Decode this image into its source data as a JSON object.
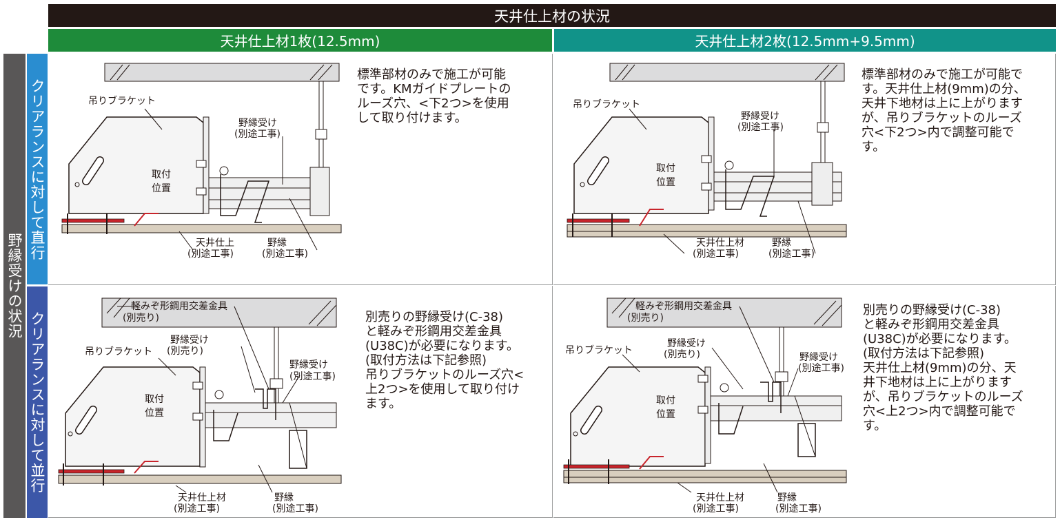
{
  "header": {
    "title": "天井仕上材の状況",
    "col1": "天井仕上材1枚(12.5mm)",
    "col2": "天井仕上材2枚(12.5mm+9.5mm)"
  },
  "side": {
    "main": "野縁受けの状況",
    "row1": "クリアランスに対して直行",
    "row2": "クリアランスに対して並行"
  },
  "panels": {
    "p11": {
      "desc": "標準部材のみで施工が可能\nです。KMガイドプレートの\nルーズ穴、<下2つ>を使用\nして取り付けます。",
      "hanger": "吊りブラケット",
      "nobuchi_uke": "野縁受け",
      "nobuchi_uke_note": "(別途工事)",
      "mount": "取付",
      "position": "位置",
      "ceiling": "天井仕上",
      "ceiling_note": "(別途工事)",
      "nobuchi": "野縁",
      "nobuchi_note": "(別途工事)"
    },
    "p12": {
      "desc": "標準部材のみで施工が可能で\nす。天井仕上材(9mm)の分、\n天井下地材は上に上がります\nが、吊りブラケットのルーズ\n穴<下2つ>内で調整可能で\nす。",
      "hanger": "吊りブラケット",
      "nobuchi_uke": "野縁受け",
      "nobuchi_uke_note": "(別途工事)",
      "mount": "取付",
      "position": "位置",
      "ceiling": "天井仕上材",
      "ceiling_note": "(別途工事)",
      "nobuchi": "野縁",
      "nobuchi_note": "(別途工事)"
    },
    "p21": {
      "desc": "別売りの野縁受け(C-38)\nと軽みぞ形鋼用交差金具\n(U38C)が必要になります。\n(取付方法は下記参照)\n吊りブラケットのルーズ穴<\n上2つ>を使用して取り付け\nます。",
      "cross": "軽みぞ形鋼用交差金具",
      "cross_note": "(別売り)",
      "hanger": "吊りブラケット",
      "nobuchi_uke_sold": "野縁受け",
      "nobuchi_uke_sold_note": "(別売り)",
      "nobuchi_uke": "野縁受け",
      "nobuchi_uke_note": "(別途工事)",
      "mount": "取付",
      "position": "位置",
      "ceiling": "天井仕上材",
      "ceiling_note": "(別途工事)",
      "nobuchi": "野縁",
      "nobuchi_note": "(別途工事)"
    },
    "p22": {
      "desc": "別売りの野縁受け(C-38)\nと軽みぞ形鋼用交差金具\n(U38C)が必要になります。\n(取付方法は下記参照)\n天井仕上材(9mm)の分、天\n井下地材は上に上がります\nが、吊りブラケットのルーズ\n穴<上2つ>内で調整可能で\nす。",
      "cross": "軽みぞ形鋼用交差金具",
      "cross_note": "(別売り)",
      "hanger": "吊りブラケット",
      "nobuchi_uke_sold": "野縁受け",
      "nobuchi_uke_sold_note": "(別売り)",
      "nobuchi_uke": "野縁受け",
      "nobuchi_uke_note": "(別途工事)",
      "mount": "取付",
      "position": "位置",
      "ceiling": "天井仕上材",
      "ceiling_note": "(別途工事)",
      "nobuchi": "野縁",
      "nobuchi_note": "(別途工事)"
    }
  },
  "colors": {
    "header_dark": "#231815",
    "col1_green": "#1e8b3a",
    "col2_teal": "#119389",
    "side_gray": "#595757",
    "side_blue1": "#2a8dd0",
    "side_blue2": "#3c57a8",
    "board": "#d9cfbf",
    "slab": "#dcdcdd",
    "red_plate": "#c8242b"
  }
}
